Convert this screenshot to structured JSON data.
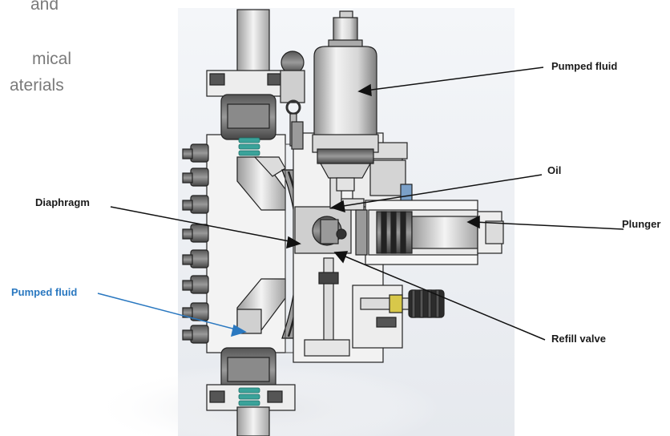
{
  "side_text": {
    "line1": "and",
    "line2": "mical",
    "line3": "aterials"
  },
  "labels": {
    "pumped_fluid_top": "Pumped fluid",
    "oil": "Oil",
    "diaphragm": "Diaphragm",
    "plunger": "Plunger",
    "pumped_fluid_bottom": "Pumped fluid",
    "refill_valve": "Refill valve"
  },
  "colors": {
    "label_text": "#1a1a1a",
    "label_accent": "#2a78c0",
    "spring": "#3aa39a",
    "metal_light": "#f2f2f2",
    "metal_dark": "#3a3a3a"
  }
}
